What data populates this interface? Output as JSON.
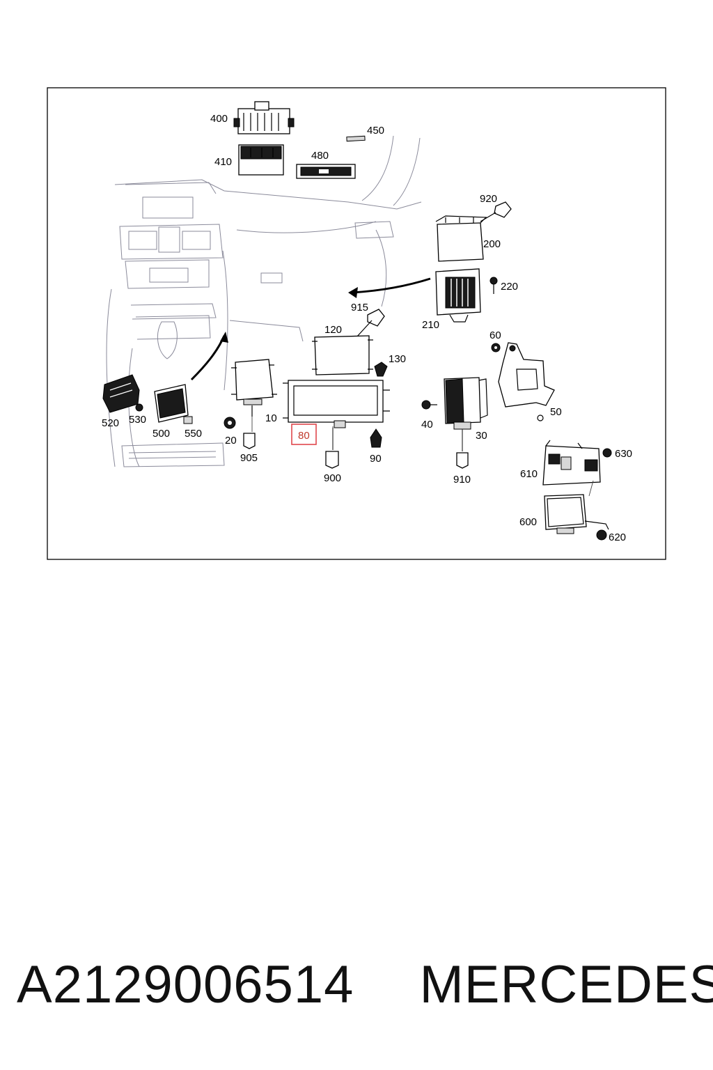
{
  "diagram": {
    "callouts": {
      "c400": "400",
      "c450": "450",
      "c410": "410",
      "c480": "480",
      "c920": "920",
      "c200": "200",
      "c220": "220",
      "c210": "210",
      "c915": "915",
      "c120": "120",
      "c130": "130",
      "c60": "60",
      "c10": "10",
      "c520": "520",
      "c530": "530",
      "c500": "500",
      "c550": "550",
      "c20": "20",
      "c905": "905",
      "c80": "80",
      "c900": "900",
      "c90": "90",
      "c40": "40",
      "c30": "30",
      "c910": "910",
      "c50": "50",
      "c630": "630",
      "c610": "610",
      "c600": "600",
      "c620": "620"
    },
    "highlighted_callout": "80",
    "highlight_color": "#e0474c"
  },
  "caption": {
    "part_number": "A2129006514",
    "brand": "MERCEDES"
  }
}
